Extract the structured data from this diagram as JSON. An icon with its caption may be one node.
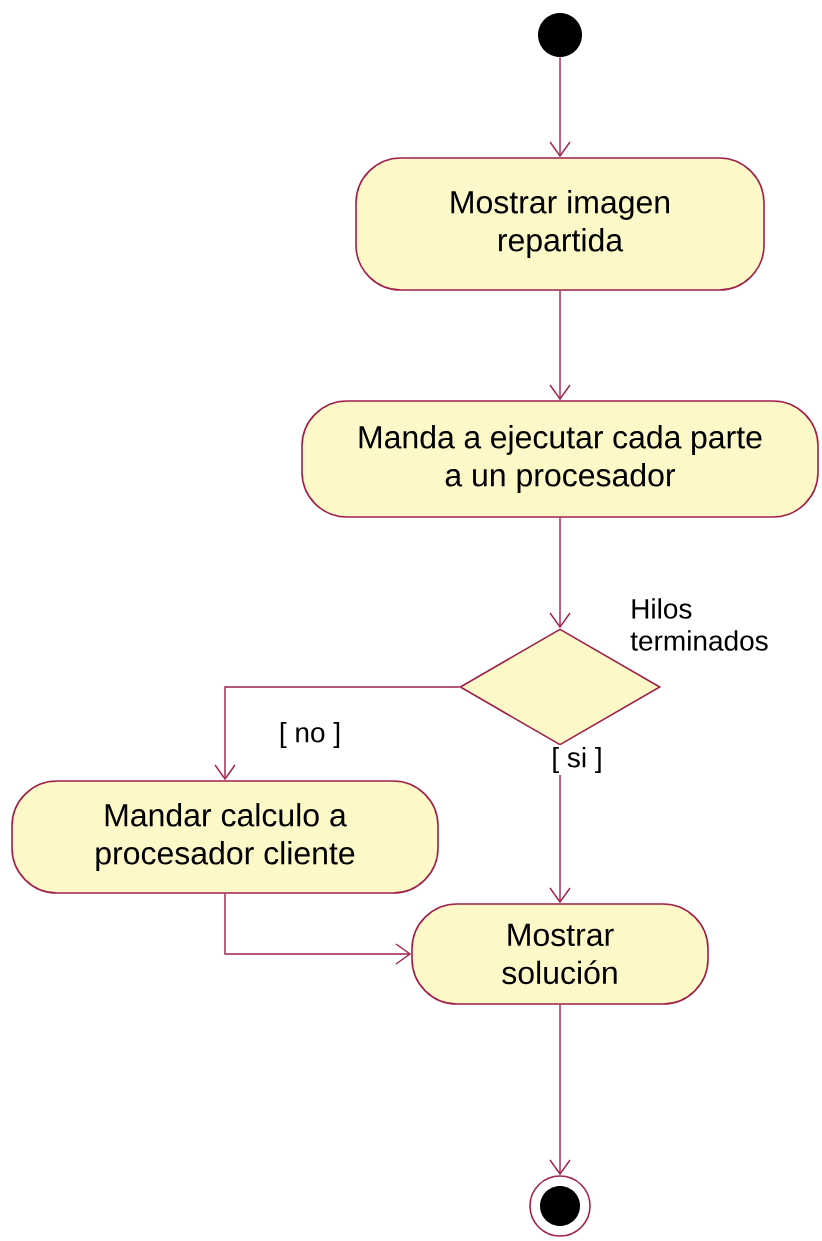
{
  "diagram": {
    "nodes": [
      {
        "text": [],
        "shape": "circle"
      },
      {
        "text": [
          "Mostrar imagen repartida"
        ]
      },
      {
        "text": [
          "Manda a ejecutar cada parte a un procesador"
        ]
      },
      {
        "text": [],
        "shape": "diamond",
        "beside": [
          "Hilos terminados"
        ]
      },
      {
        "text": [
          "Mandar calculo a procesador cliente"
        ]
      },
      {
        "text": [
          "Mostrar solución"
        ]
      },
      {
        "text": [],
        "shape": "circle"
      }
    ],
    "edges": [
      {
        "from": 0,
        "to": 1,
        "arrow": "to"
      },
      {
        "from": 1,
        "to": 2,
        "arrow": "to"
      },
      {
        "from": 2,
        "to": 3,
        "arrow": "to"
      },
      {
        "from": 3,
        "to": 4,
        "arrow": "to",
        "label": "[ no ]"
      },
      {
        "from": 3,
        "to": 5,
        "arrow": "to",
        "label": "[ si ]"
      },
      {
        "from": 4,
        "to": 5,
        "arrow": "to"
      },
      {
        "from": 5,
        "to": 6,
        "arrow": "to"
      }
    ]
  }
}
